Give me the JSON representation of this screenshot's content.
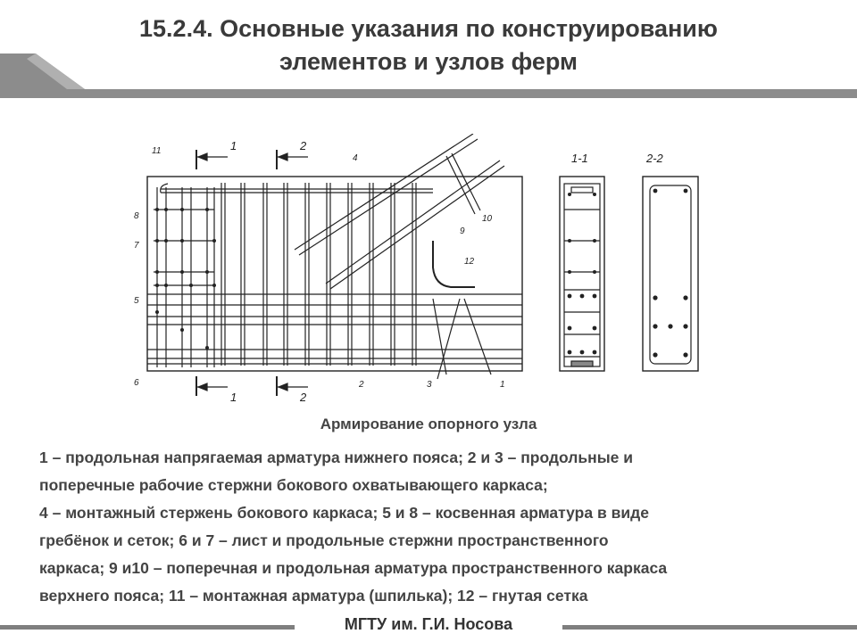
{
  "header": {
    "title_line1": "15.2.4. Основные указания по конструированию",
    "title_line2": "элементов и узлов ферм"
  },
  "figure": {
    "caption": "Армирование опорного узла",
    "section_marks": [
      "1",
      "2",
      "1",
      "2"
    ],
    "section_titles": [
      "1-1",
      "2-2"
    ],
    "callouts": [
      "11",
      "4",
      "8",
      "7",
      "5",
      "6",
      "9",
      "10",
      "12",
      "2",
      "3",
      "1"
    ]
  },
  "description": {
    "line1": "1 – продольная напрягаемая арматура нижнего пояса; 2 и 3 – продольные и",
    "line2": "поперечные рабочие стержни бокового охватывающего каркаса;",
    "line3": "4 – монтажный стержень бокового каркаса; 5 и 8 – косвенная арматура в виде",
    "line4": "гребёнок и сеток; 6 и 7 – лист и продольные стержни пространственного",
    "line5": "каркаса; 9 и10 – поперечная и продольная арматура пространственного каркаса",
    "line6": "верхнего пояса; 11 – монтажная арматура (шпилька); 12 – гнутая сетка"
  },
  "footer": {
    "label": "МГТУ им. Г.И. Носова"
  },
  "colors": {
    "header_bar": "#8c8c8c",
    "text": "#444444",
    "drawing_line": "#222222"
  }
}
